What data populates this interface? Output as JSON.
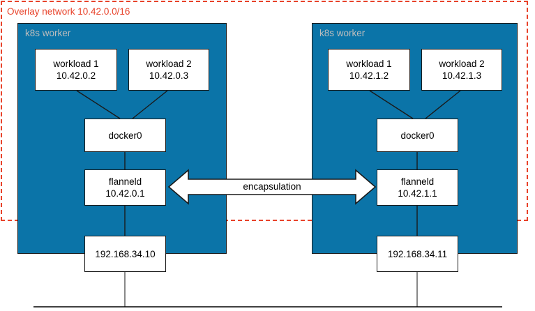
{
  "diagram": {
    "title": "Overlay network 10.42.0.0/16",
    "colors": {
      "overlay_border": "#e8432b",
      "overlay_label": "#e8432b",
      "worker_fill": "#0b74a8",
      "worker_label": "#bdbdbd",
      "node_fill": "#ffffff",
      "node_stroke": "#1a1a1a",
      "edge_stroke": "#1a1a1a",
      "physical_link": "#000000"
    },
    "overlay": {
      "label": "Overlay network 10.42.0.0/16"
    },
    "workers": [
      {
        "id": "worker-left",
        "label": "k8s worker",
        "nodes": {
          "workload1": {
            "name": "workload 1",
            "ip": "10.42.0.2"
          },
          "workload2": {
            "name": "workload 2",
            "ip": "10.42.0.3"
          },
          "bridge": {
            "name": "docker0"
          },
          "flanneld": {
            "name": "flanneld",
            "ip": "10.42.0.1"
          },
          "host_nic": {
            "ip": "192.168.34.10"
          }
        }
      },
      {
        "id": "worker-right",
        "label": "k8s worker",
        "nodes": {
          "workload1": {
            "name": "workload 1",
            "ip": "10.42.1.2"
          },
          "workload2": {
            "name": "workload 2",
            "ip": "10.42.1.3"
          },
          "bridge": {
            "name": "docker0"
          },
          "flanneld": {
            "name": "flanneld",
            "ip": "10.42.1.1"
          },
          "host_nic": {
            "ip": "192.168.34.11"
          }
        }
      }
    ],
    "tunnel": {
      "label": "encapsulation"
    }
  }
}
